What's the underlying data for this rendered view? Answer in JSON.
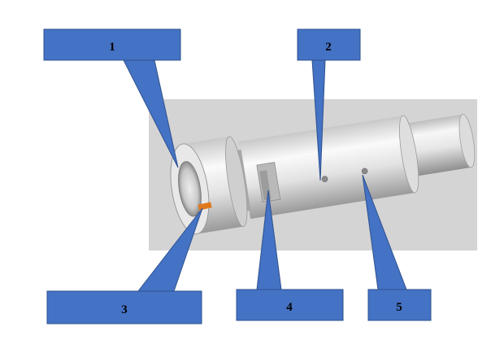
{
  "callouts": [
    {
      "id": "1",
      "label": "1"
    },
    {
      "id": "2",
      "label": "2"
    },
    {
      "id": "3",
      "label": "3"
    },
    {
      "id": "4",
      "label": "4"
    },
    {
      "id": "5",
      "label": "5"
    }
  ],
  "colors": {
    "callout_fill": "#4472c4",
    "callout_stroke": "#2f528f",
    "background_panel": "#d4d4d4",
    "shaft_light": "#f5f5f5",
    "shaft_dark": "#9e9e9e",
    "marker_orange": "#e07a1f"
  }
}
